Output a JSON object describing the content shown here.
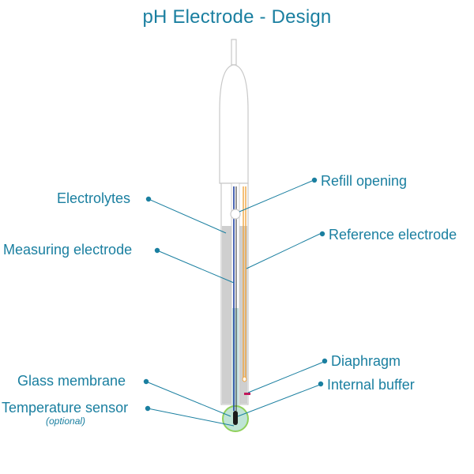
{
  "title": "pH Electrode - Design",
  "labels": {
    "electrolytes": "Electrolytes",
    "measuring_electrode": "Measuring electrode",
    "glass_membrane": "Glass membrane",
    "temperature_sensor": "Temperature sensor",
    "temperature_sensor_note": "(optional)",
    "refill_opening": "Refill opening",
    "reference_electrode": "Reference electrode",
    "diaphragm": "Diaphragm",
    "internal_buffer": "Internal buffer"
  },
  "colors": {
    "text": "#1a7fa0",
    "leader": "#1a7fa0",
    "outline": "#c8c8c8",
    "electrolyte_fill": "#cfcfcf",
    "buffer_fill": "#bfe0df",
    "measuring_wire": "#1e3fa0",
    "temperature_wire": "#2c2c2c",
    "reference_wire": "#f0a640",
    "bulb_fill": "#bfe4d6",
    "bulb_outline": "#8fd05a",
    "diaphragm": "#c2185b"
  }
}
